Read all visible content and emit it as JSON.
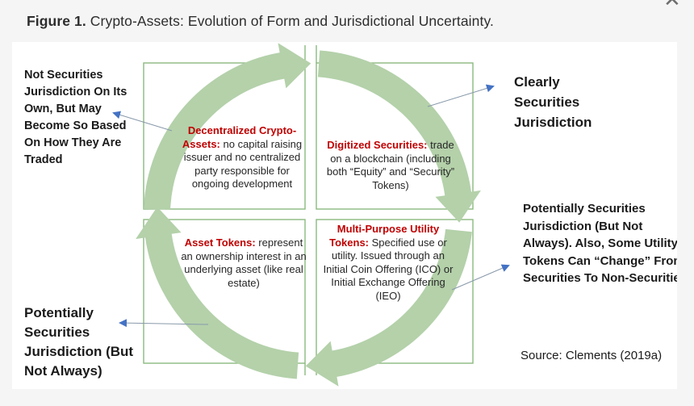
{
  "window": {
    "close_glyph": "✕",
    "background_color": "#f5f5f6",
    "panel_color": "#ffffff"
  },
  "title": {
    "prefix": "Figure 1.",
    "rest": " Crypto-Assets: Evolution of Form and Jurisdictional Uncertainty."
  },
  "colors": {
    "accent_red": "#c00000",
    "arc_green_fill": "#b4d1aa",
    "box_green_border": "#8cb97f",
    "connector_line": "#8899aa",
    "connector_arrow_blue": "#4472c4",
    "label_text": "#1a1a1a"
  },
  "diagram": {
    "quadrants": [
      {
        "id": "decentralized-crypto-assets",
        "lead": "Decentralized Crypto-Assets:",
        "body": " no capital raising issuer and no centralized party responsible for ongoing development"
      },
      {
        "id": "digitized-securities",
        "lead": "Digitized Securities:",
        "body": " trade on a blockchain (including both “Equity” and “Security” Tokens)"
      },
      {
        "id": "asset-tokens",
        "lead": "Asset Tokens:",
        "body": " represent an ownership interest in an underlying asset (like real estate)"
      },
      {
        "id": "multi-purpose-utility-tokens",
        "lead": "Multi-Purpose Utility Tokens:",
        "body": " Specified use or utility. Issued through an Initial Coin Offering (ICO) or Initial Exchange Offering (IEO)"
      }
    ],
    "labels": {
      "top_left": "Not Securities Jurisdiction On Its Own, But May Become So Based On How They Are Traded",
      "top_right": "Clearly Securities Jurisdiction",
      "right": "Potentially Securities Jurisdiction (But Not Always). Also, Some Utility Tokens Can “Change” From Securities To Non-Securities",
      "bottom_left": "Potentially Securities Jurisdiction (But Not Always)"
    },
    "source": "Source: Clements (2019a)"
  }
}
